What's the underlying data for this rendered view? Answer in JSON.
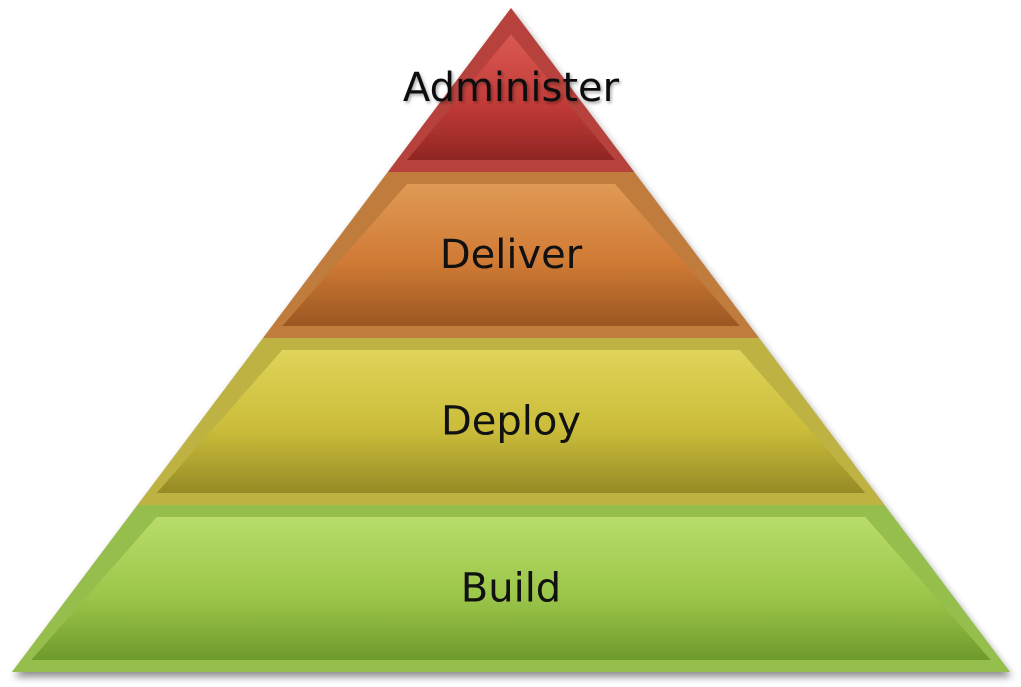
{
  "diagram": {
    "type": "pyramid",
    "tiers": [
      {
        "label": "Administer",
        "color": "#c23b38",
        "light": "#d95a52",
        "dark": "#8f2623"
      },
      {
        "label": "Deliver",
        "color": "#d07a35",
        "light": "#e09a55",
        "dark": "#9a5722"
      },
      {
        "label": "Deploy",
        "color": "#cbbd3a",
        "light": "#dfd35a",
        "dark": "#958a26"
      },
      {
        "label": "Build",
        "color": "#9cc64a",
        "light": "#b8dc6a",
        "dark": "#6e9a2c"
      }
    ]
  }
}
